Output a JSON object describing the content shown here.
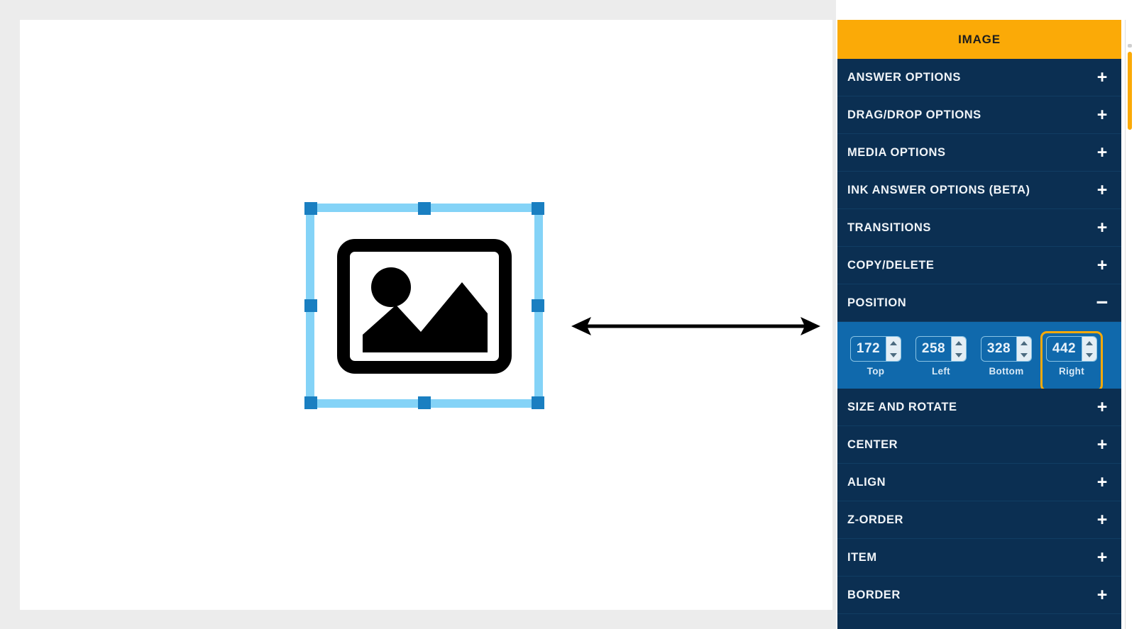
{
  "panel": {
    "title": "IMAGE",
    "expand_icon": "+",
    "collapse_icon": "−",
    "accent_color": "#fbaa07",
    "background_color": "#0b2f52",
    "active_section_background": "#1069ac",
    "sections": [
      {
        "label": "ANSWER OPTIONS",
        "toggle": "+",
        "expanded": false
      },
      {
        "label": "DRAG/DROP OPTIONS",
        "toggle": "+",
        "expanded": false
      },
      {
        "label": "MEDIA OPTIONS",
        "toggle": "+",
        "expanded": false
      },
      {
        "label": "INK ANSWER OPTIONS (BETA)",
        "toggle": "+",
        "expanded": false
      },
      {
        "label": "TRANSITIONS",
        "toggle": "+",
        "expanded": false
      },
      {
        "label": "COPY/DELETE",
        "toggle": "+",
        "expanded": false
      },
      {
        "label": "POSITION",
        "toggle": "−",
        "expanded": true
      },
      {
        "label": "SIZE AND ROTATE",
        "toggle": "+",
        "expanded": false
      },
      {
        "label": "CENTER",
        "toggle": "+",
        "expanded": false
      },
      {
        "label": "ALIGN",
        "toggle": "+",
        "expanded": false
      },
      {
        "label": "Z-ORDER",
        "toggle": "+",
        "expanded": false
      },
      {
        "label": "ITEM",
        "toggle": "+",
        "expanded": false
      },
      {
        "label": "BORDER",
        "toggle": "+",
        "expanded": false
      }
    ],
    "position": {
      "fields": [
        {
          "caption": "Top",
          "value": "172",
          "highlighted": false
        },
        {
          "caption": "Left",
          "value": "258",
          "highlighted": false
        },
        {
          "caption": "Bottom",
          "value": "328",
          "highlighted": false
        },
        {
          "caption": "Right",
          "value": "442",
          "highlighted": true
        }
      ],
      "highlight_color": "#fbaa07"
    }
  },
  "canvas": {
    "selection": {
      "object_type": "image",
      "handle_color": "#1a7fc1",
      "band_color": "#84d3f7",
      "handle_count": 8
    },
    "annotation": {
      "type": "double-headed-arrow",
      "color": "#000000"
    }
  }
}
